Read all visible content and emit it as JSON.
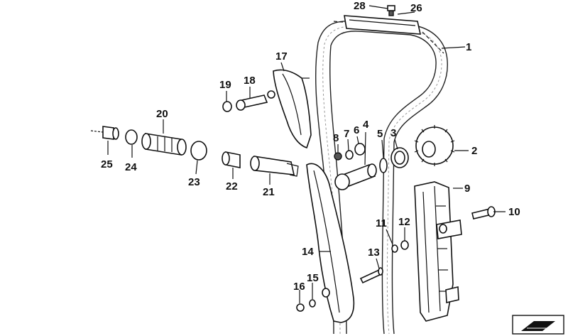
{
  "diagram": {
    "callouts": [
      "1",
      "2",
      "3",
      "4",
      "5",
      "6",
      "7",
      "8",
      "9",
      "10",
      "11",
      "12",
      "13",
      "14",
      "15",
      "16",
      "17",
      "18",
      "19",
      "20",
      "21",
      "22",
      "23",
      "24",
      "25",
      "26",
      "28"
    ]
  }
}
